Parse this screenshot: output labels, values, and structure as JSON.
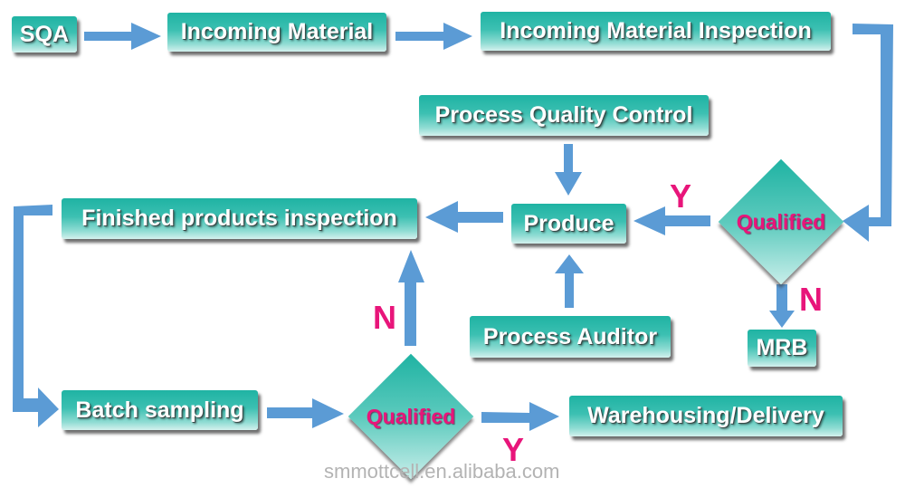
{
  "diagram": {
    "type": "process-flowchart",
    "colors": {
      "box_gradient_top": "#1fb3a3",
      "box_gradient_bottom": "#d3f1ee",
      "arrow": "#5b9bd5",
      "decision_text": "#e8157a",
      "yes_no_label": "#e8157a",
      "watermark": "#b3b3b3"
    },
    "nodes": {
      "sqa": "SQA",
      "incoming_material": "Incoming Material",
      "incoming_material_inspection": "Incoming Material Inspection",
      "process_quality_control": "Process Quality Control",
      "produce": "Produce",
      "qualified_1": "Qualified",
      "mrb": "MRB",
      "finished_products_inspection": "Finished products inspection",
      "process_auditor": "Process Auditor",
      "batch_sampling": "Batch sampling",
      "qualified_2": "Qualified",
      "warehousing_delivery": "Warehousing/Delivery"
    },
    "edge_labels": {
      "qualified_1_yes": "Y",
      "qualified_1_no": "N",
      "qualified_2_yes": "Y",
      "qualified_2_no": "N"
    },
    "edges": [
      {
        "from": "SQA",
        "to": "Incoming Material"
      },
      {
        "from": "Incoming Material",
        "to": "Incoming Material Inspection"
      },
      {
        "from": "Incoming Material Inspection",
        "to": "Qualified"
      },
      {
        "from": "Qualified",
        "to": "Produce",
        "label": "Y"
      },
      {
        "from": "Qualified",
        "to": "MRB",
        "label": "N"
      },
      {
        "from": "Process Quality Control",
        "to": "Produce"
      },
      {
        "from": "Process Auditor",
        "to": "Produce"
      },
      {
        "from": "Produce",
        "to": "Finished products inspection"
      },
      {
        "from": "Finished products inspection",
        "to": "Batch sampling"
      },
      {
        "from": "Batch sampling",
        "to": "Qualified"
      },
      {
        "from": "Qualified",
        "to": "Finished products inspection",
        "label": "N"
      },
      {
        "from": "Qualified",
        "to": "Warehousing/Delivery",
        "label": "Y"
      }
    ]
  },
  "watermark": "smmottcell.en.alibaba.com"
}
